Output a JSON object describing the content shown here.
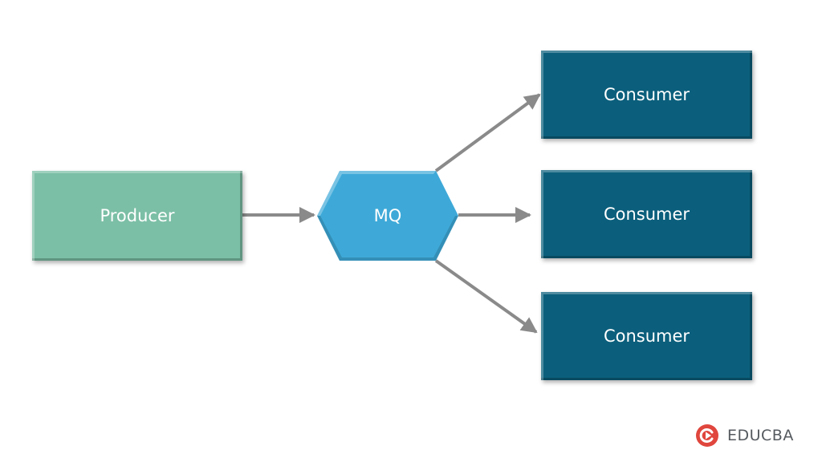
{
  "diagram": {
    "producer": {
      "label": "Producer",
      "color": "#7bbfa6"
    },
    "queue": {
      "label": "MQ",
      "color": "#3ea9d8"
    },
    "consumers": [
      {
        "label": "Consumer",
        "color": "#0b5f7c"
      },
      {
        "label": "Consumer",
        "color": "#0b5f7c"
      },
      {
        "label": "Consumer",
        "color": "#0b5f7c"
      }
    ],
    "arrow_color": "#8a8a8a"
  },
  "brand": {
    "name": "EDUCBA",
    "logo_icon": "educba-logo-icon",
    "logo_color": "#e0463d"
  }
}
